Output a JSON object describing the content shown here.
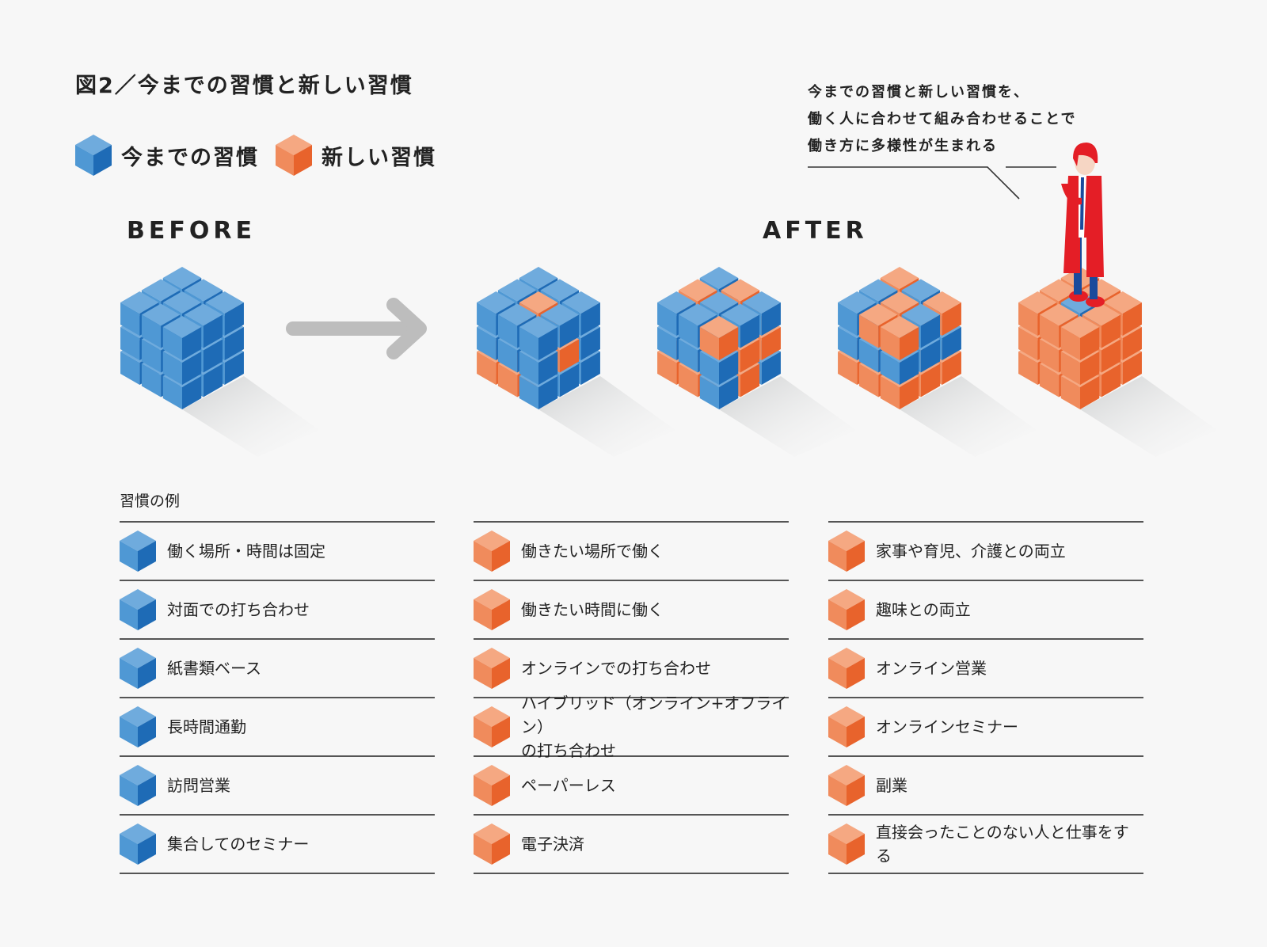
{
  "title": "図2／今までの習慣と新しい習慣",
  "legend": {
    "old": "今までの習慣",
    "new": "新しい習慣"
  },
  "phases": {
    "before": "BEFORE",
    "after": "AFTER"
  },
  "callout": {
    "lines": [
      "今までの習慣と新しい習慣を、",
      "働く人に合わせて組み合わせることで",
      "働き方に多様性が生まれる"
    ]
  },
  "colors": {
    "blue_top": "#6fabdd",
    "blue_left": "#4f98d4",
    "blue_right": "#1e6bb6",
    "orange_top": "#f5a882",
    "orange_left": "#f08b5c",
    "orange_right": "#e8632c",
    "arrow": "#bdbdbd",
    "person_red": "#e41e26",
    "person_blue": "#1a4a9c"
  },
  "cubes": {
    "before": "bbbbbbbbbbbbbbbbbbbbbbbbbbb",
    "after": [
      "bbobbobbbbbbbbbbobbbbbobbbb",
      "bbobbobobbbbbbboobbobobbbbo",
      "ooooooooobbbbbbbbbobbbooobo",
      "oooooooooooooooooooooobooooo"
    ]
  },
  "examples": {
    "heading": "習慣の例",
    "old": [
      "働く場所・時間は固定",
      "対面での打ち合わせ",
      "紙書類ベース",
      "長時間通勤",
      "訪問営業",
      "集合してのセミナー"
    ],
    "new1": [
      "働きたい場所で働く",
      "働きたい時間に働く",
      "オンラインでの打ち合わせ",
      "ハイブリッド（オンライン+オフライン）\nの打ち合わせ",
      "ペーパーレス",
      "電子決済"
    ],
    "new2": [
      "家事や育児、介護との両立",
      "趣味との両立",
      "オンライン営業",
      "オンラインセミナー",
      "副業",
      "直接会ったことのない人と仕事をする"
    ]
  }
}
